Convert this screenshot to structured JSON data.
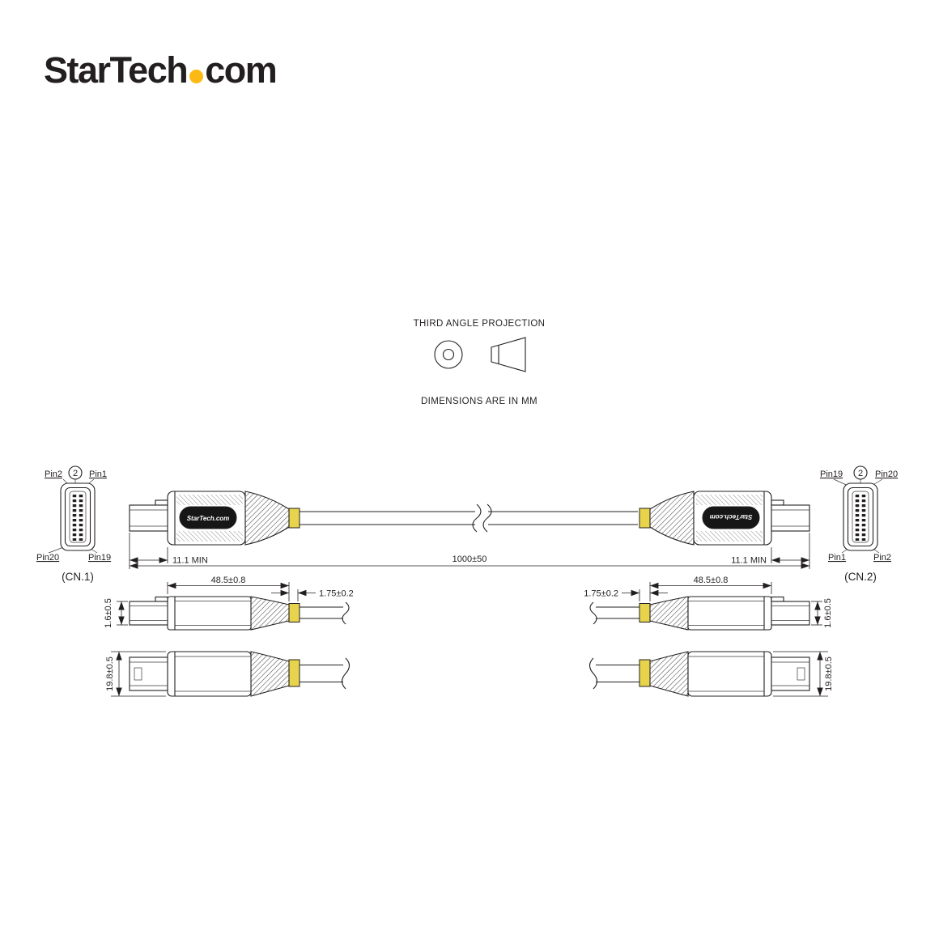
{
  "logo": {
    "part1": "StarTech",
    "part2": "com"
  },
  "projection": {
    "title": "THIRD ANGLE PROJECTION",
    "note": "DIMENSIONS ARE IN MM"
  },
  "cn1": {
    "label": "(CN.1)",
    "callout": "2",
    "pin_top_left": "Pin2",
    "pin_top_right": "Pin1",
    "pin_bottom_left": "Pin20",
    "pin_bottom_right": "Pin19"
  },
  "cn2": {
    "label": "(CN.2)",
    "callout": "2",
    "pin_top_left": "Pin19",
    "pin_top_right": "Pin20",
    "pin_bottom_left": "Pin1",
    "pin_bottom_right": "Pin2"
  },
  "cable": {
    "brand": "StarTech.com"
  },
  "dims": {
    "plug_min_left": "11.1 MIN",
    "plug_min_right": "11.1 MIN",
    "overall_length": "1000±50",
    "body_length_left": "48.5±0.8",
    "body_length_right": "48.5±0.8",
    "band_width_left": "1.75±0.2",
    "band_width_right": "1.75±0.2",
    "latch_height_left": "1.6±0.5",
    "latch_height_right": "1.6±0.5",
    "connector_height_left": "19.8±0.5",
    "connector_height_right": "19.8±0.5"
  },
  "colors": {
    "line": "#231F20",
    "band_yellow": "#E8D44C",
    "logo_yellow": "#FDB913"
  }
}
